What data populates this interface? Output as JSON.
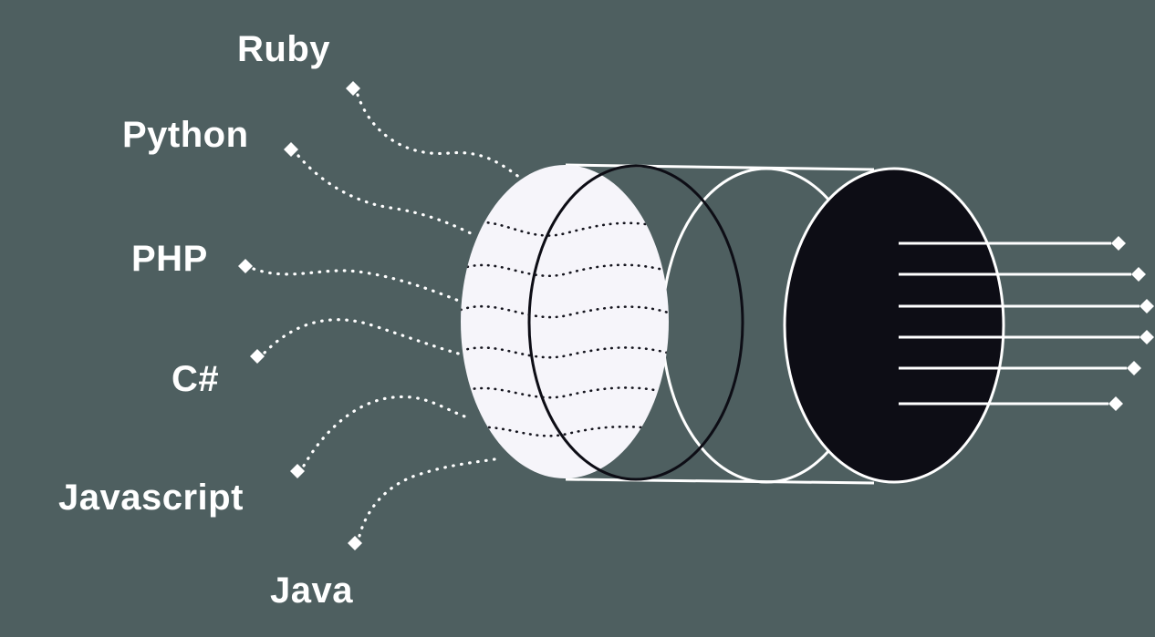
{
  "diagram": {
    "description": "Funnel illustration: programming languages feeding into a cylinder with parallel output lines",
    "languages": [
      {
        "name": "Ruby"
      },
      {
        "name": "Python"
      },
      {
        "name": "PHP"
      },
      {
        "name": "C#"
      },
      {
        "name": "Javascript"
      },
      {
        "name": "Java"
      }
    ],
    "output_line_count": 6,
    "colors": {
      "background": "#4e5f60",
      "line": "#ffffff",
      "funnel_face": "#f6f5fa",
      "funnel_end": "#0d0d15",
      "inner_wire": "#14141d"
    }
  }
}
